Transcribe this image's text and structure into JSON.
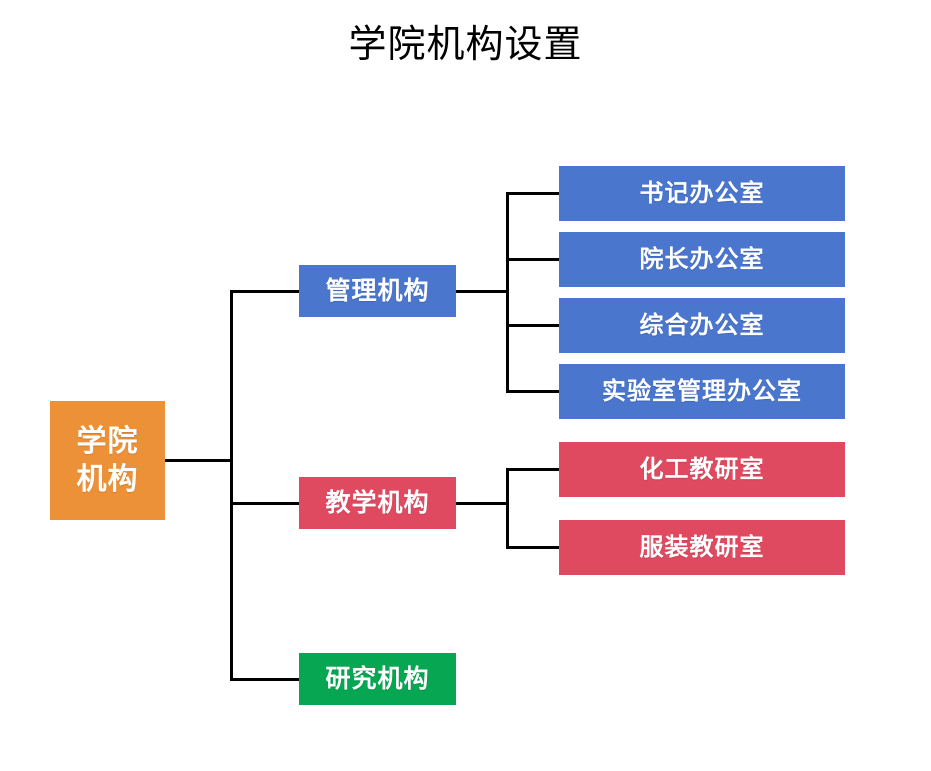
{
  "title": "学院机构设置",
  "colors": {
    "root": "#ED9138",
    "admin": "#4A76CE",
    "teaching": "#E04A60",
    "research": "#06A652",
    "connector": "#000000",
    "background": "#FFFFFF",
    "title_text": "#000000",
    "node_text": "#FFFFFF"
  },
  "chart_data": {
    "type": "diagram",
    "subtype": "organization-tree",
    "title": "学院机构设置",
    "orientation": "left-to-right",
    "root": {
      "id": "root",
      "label": "学院\n机构",
      "label_lines": [
        "学院",
        "机构"
      ],
      "color": "#ED9138"
    },
    "branches": [
      {
        "id": "admin",
        "label": "管理机构",
        "color": "#4A76CE",
        "children": [
          {
            "id": "admin-1",
            "label": "书记办公室",
            "color": "#4A76CE"
          },
          {
            "id": "admin-2",
            "label": "院长办公室",
            "color": "#4A76CE"
          },
          {
            "id": "admin-3",
            "label": "综合办公室",
            "color": "#4A76CE"
          },
          {
            "id": "admin-4",
            "label": "实验室管理办公室",
            "color": "#4A76CE"
          }
        ]
      },
      {
        "id": "teaching",
        "label": "教学机构",
        "color": "#E04A60",
        "children": [
          {
            "id": "teaching-1",
            "label": "化工教研室",
            "color": "#E04A60"
          },
          {
            "id": "teaching-2",
            "label": "服装教研室",
            "color": "#E04A60"
          }
        ]
      },
      {
        "id": "research",
        "label": "研究机构",
        "color": "#06A652",
        "children": []
      }
    ]
  },
  "nodes": {
    "root": {
      "label": "学院\n机构"
    },
    "admin": {
      "label": "管理机构"
    },
    "teaching": {
      "label": "教学机构"
    },
    "research": {
      "label": "研究机构"
    },
    "admin_1": {
      "label": "书记办公室"
    },
    "admin_2": {
      "label": "院长办公室"
    },
    "admin_3": {
      "label": "综合办公室"
    },
    "admin_4": {
      "label": "实验室管理办公室"
    },
    "teaching_1": {
      "label": "化工教研室"
    },
    "teaching_2": {
      "label": "服装教研室"
    }
  }
}
